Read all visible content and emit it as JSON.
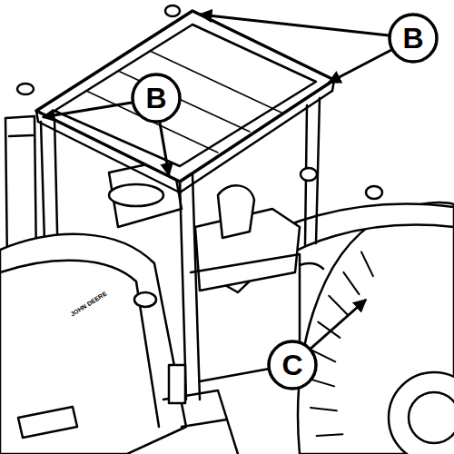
{
  "diagram": {
    "labels": [
      "B",
      "B",
      "C",
      "JOHN DEERE"
    ]
  }
}
